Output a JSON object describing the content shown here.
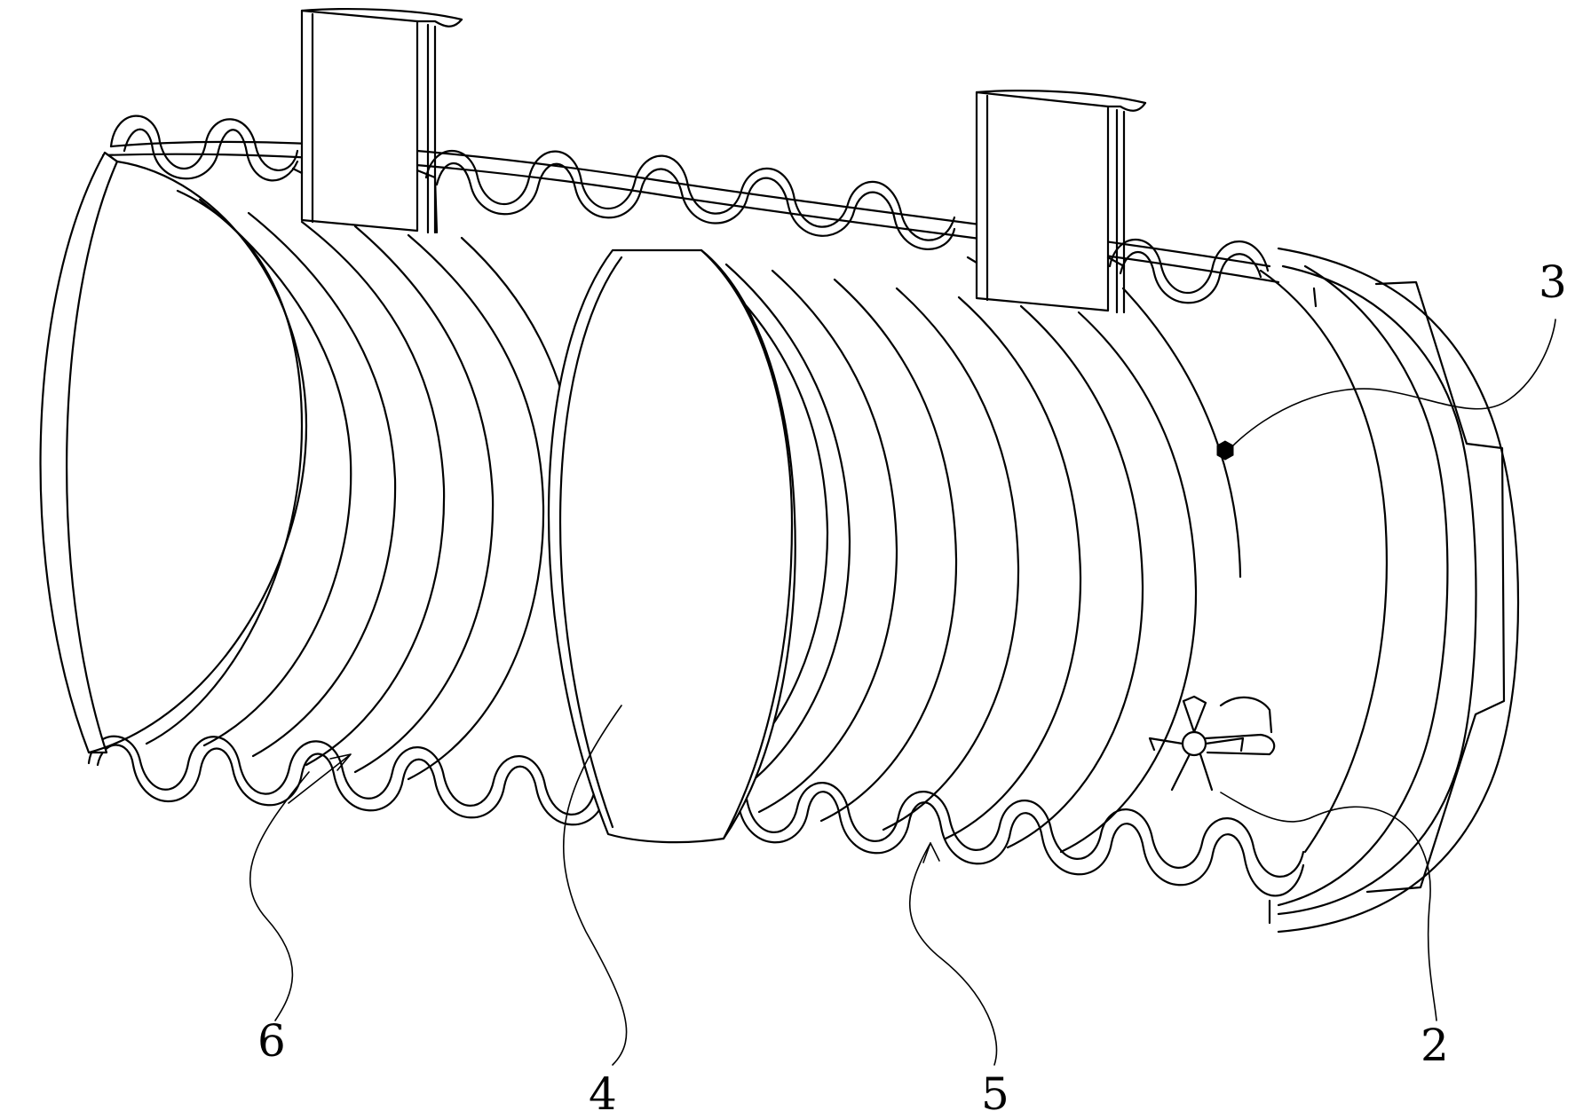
{
  "labels": {
    "callout_2": "2",
    "callout_3": "3",
    "callout_4": "4",
    "callout_5": "5",
    "callout_6": "6"
  },
  "colors": {
    "line": "#000000",
    "background": "#ffffff"
  }
}
